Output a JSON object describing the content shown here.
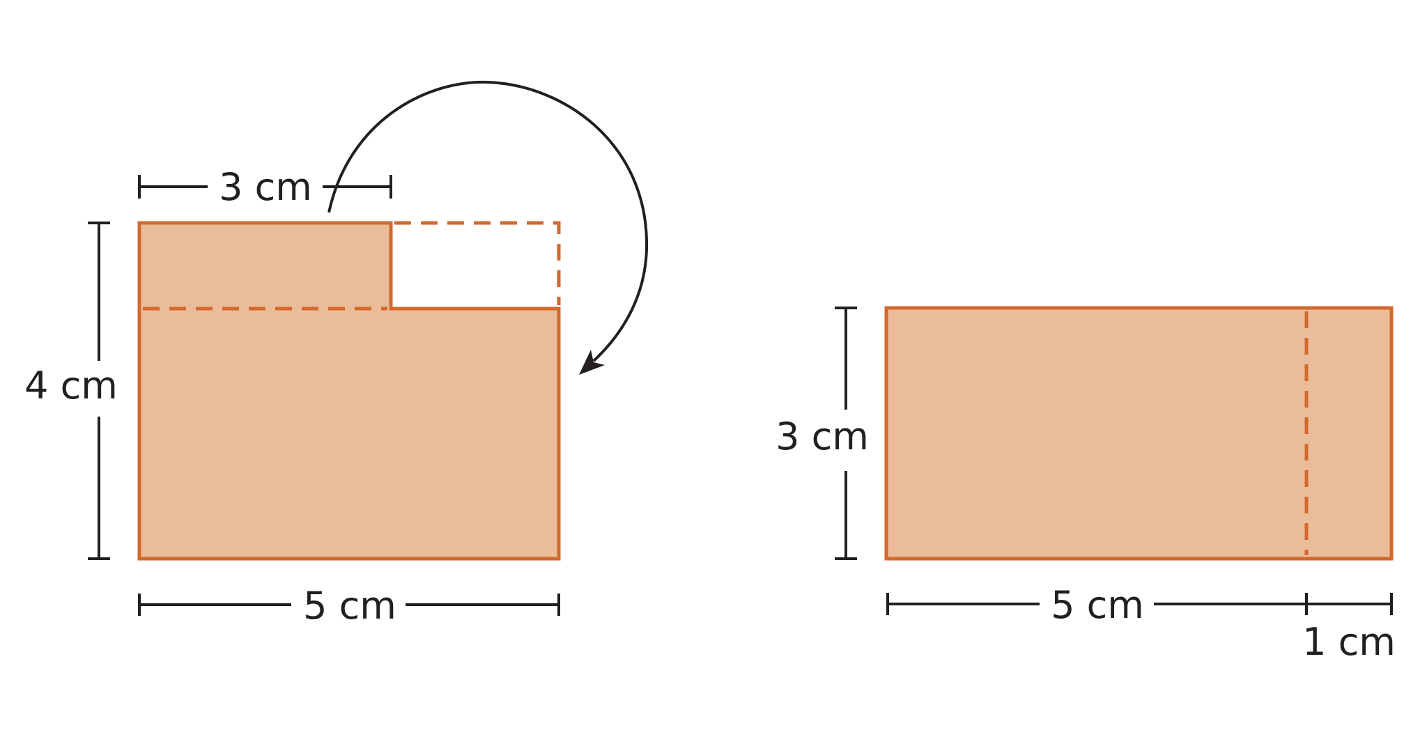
{
  "colors": {
    "shape_fill": "#ebbc9a",
    "shape_stroke": "#d3692c",
    "ink": "#231f20",
    "background": "#ffffff"
  },
  "left_figure": {
    "top_width_label": "3 cm",
    "height_label": "4 cm",
    "bottom_width_label": "5 cm"
  },
  "right_figure": {
    "height_label": "3 cm",
    "width_label": "5 cm",
    "extra_width_label": "1 cm"
  }
}
